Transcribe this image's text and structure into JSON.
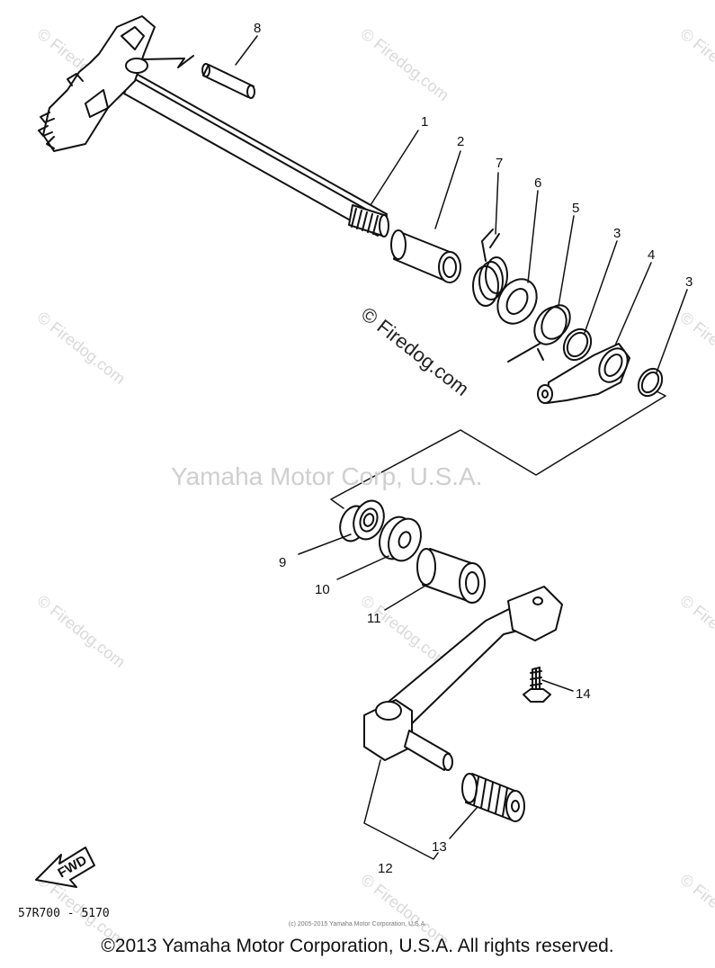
{
  "watermarks": {
    "firedog": "© Firedog.com",
    "brand": "Yamaha Motor Corp, U.S.A."
  },
  "part_labels": [
    {
      "id": "p1",
      "text": "1"
    },
    {
      "id": "p2",
      "text": "2"
    },
    {
      "id": "p7",
      "text": "7"
    },
    {
      "id": "p6",
      "text": "6"
    },
    {
      "id": "p5",
      "text": "5"
    },
    {
      "id": "p3a",
      "text": "3"
    },
    {
      "id": "p4",
      "text": "4"
    },
    {
      "id": "p3b",
      "text": "3"
    },
    {
      "id": "p8",
      "text": "8"
    },
    {
      "id": "p9",
      "text": "9"
    },
    {
      "id": "p10",
      "text": "10"
    },
    {
      "id": "p11",
      "text": "11"
    },
    {
      "id": "p14",
      "text": "14"
    },
    {
      "id": "p12",
      "text": "12"
    },
    {
      "id": "p13",
      "text": "13"
    }
  ],
  "fwd_label": "FWD",
  "catalog_code": "57R700 - 5170",
  "fine_print": "(c) 2005-2015 Yamaha Motor Corporation, U.S.A.",
  "copyright": "©2013 Yamaha Motor Corporation, U.S.A. All rights reserved."
}
